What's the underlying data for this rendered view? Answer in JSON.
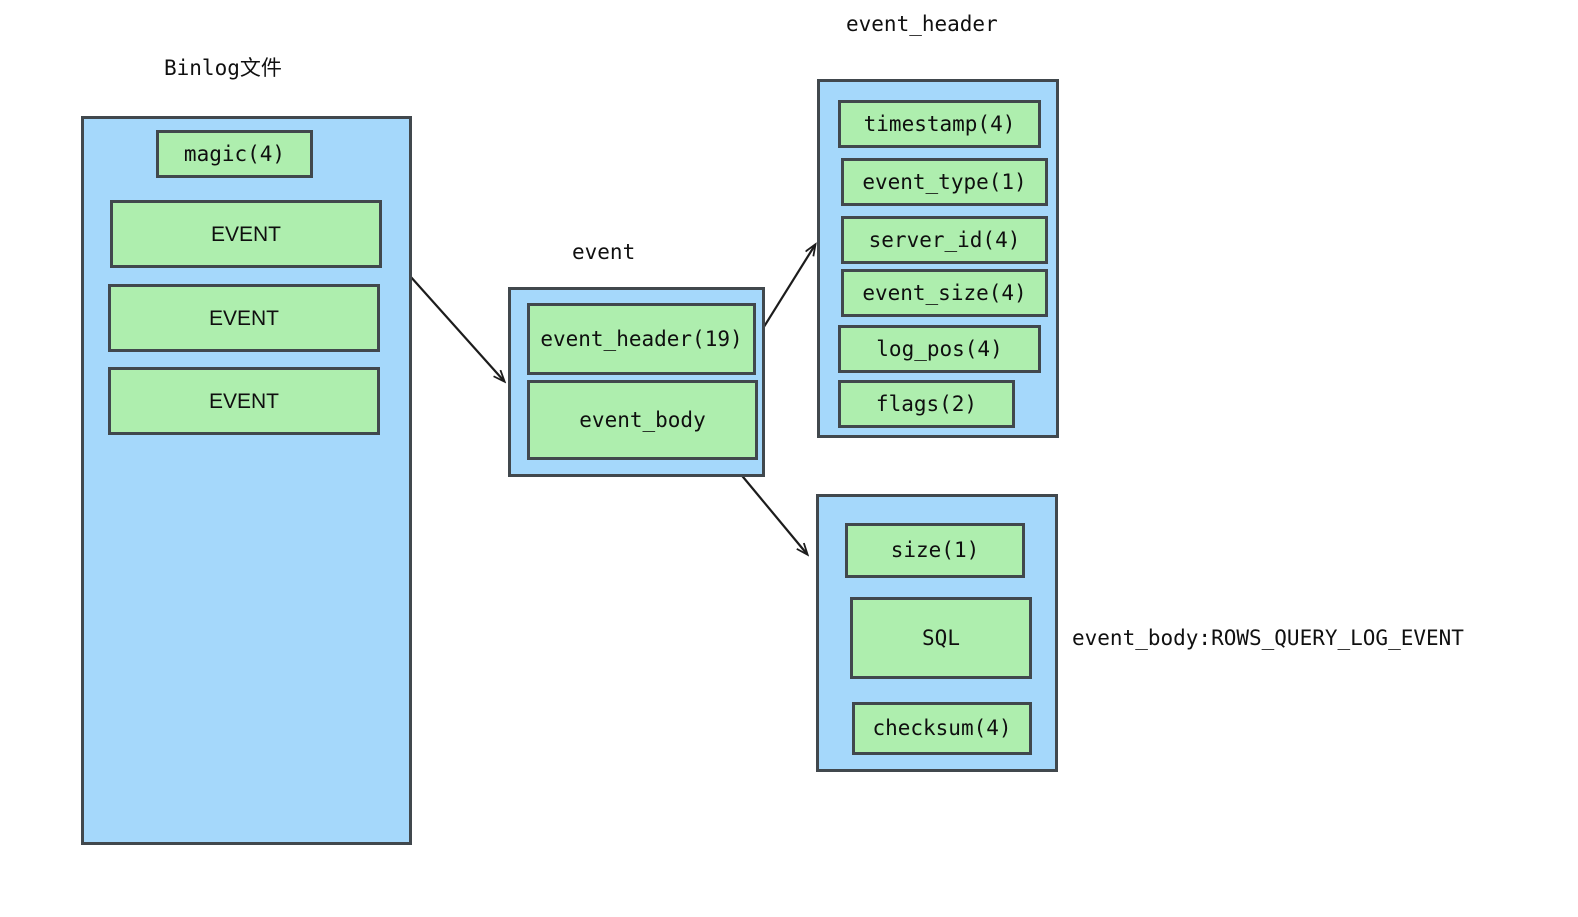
{
  "diagram": {
    "title_binlog": "Binlog文件",
    "title_event": "event",
    "title_event_header": "event_header",
    "label_event_body_kind": "event_body:ROWS_QUERY_LOG_EVENT",
    "colors": {
      "container_fill": "#a5d8fb",
      "field_fill": "#aeeeae",
      "stroke": "#41484d",
      "text": "#101010",
      "background": "#ffffff"
    },
    "binlog_file": {
      "caption": "Binlog文件",
      "fields": [
        {
          "label": "magic(4)"
        },
        {
          "label": "EVENT"
        },
        {
          "label": "EVENT"
        },
        {
          "label": "EVENT"
        }
      ]
    },
    "event": {
      "caption": "event",
      "fields": [
        {
          "label": "event_header(19)"
        },
        {
          "label": "event_body"
        }
      ]
    },
    "event_header": {
      "caption": "event_header",
      "fields": [
        {
          "label": "timestamp(4)"
        },
        {
          "label": "event_type(1)"
        },
        {
          "label": "server_id(4)"
        },
        {
          "label": "event_size(4)"
        },
        {
          "label": "log_pos(4)"
        },
        {
          "label": "flags(2)"
        }
      ]
    },
    "event_body": {
      "caption": "event_body:ROWS_QUERY_LOG_EVENT",
      "fields": [
        {
          "label": "size(1)"
        },
        {
          "label": "SQL"
        },
        {
          "label": "checksum(4)"
        }
      ]
    },
    "arrows": [
      {
        "name": "event-to-event-detail",
        "from": "EVENT",
        "to": "event"
      },
      {
        "name": "event-header-to-detail",
        "from": "event_header(19)",
        "to": "event_header"
      },
      {
        "name": "event-body-to-detail",
        "from": "event_body",
        "to": "event_body:ROWS_QUERY_LOG_EVENT"
      }
    ]
  }
}
